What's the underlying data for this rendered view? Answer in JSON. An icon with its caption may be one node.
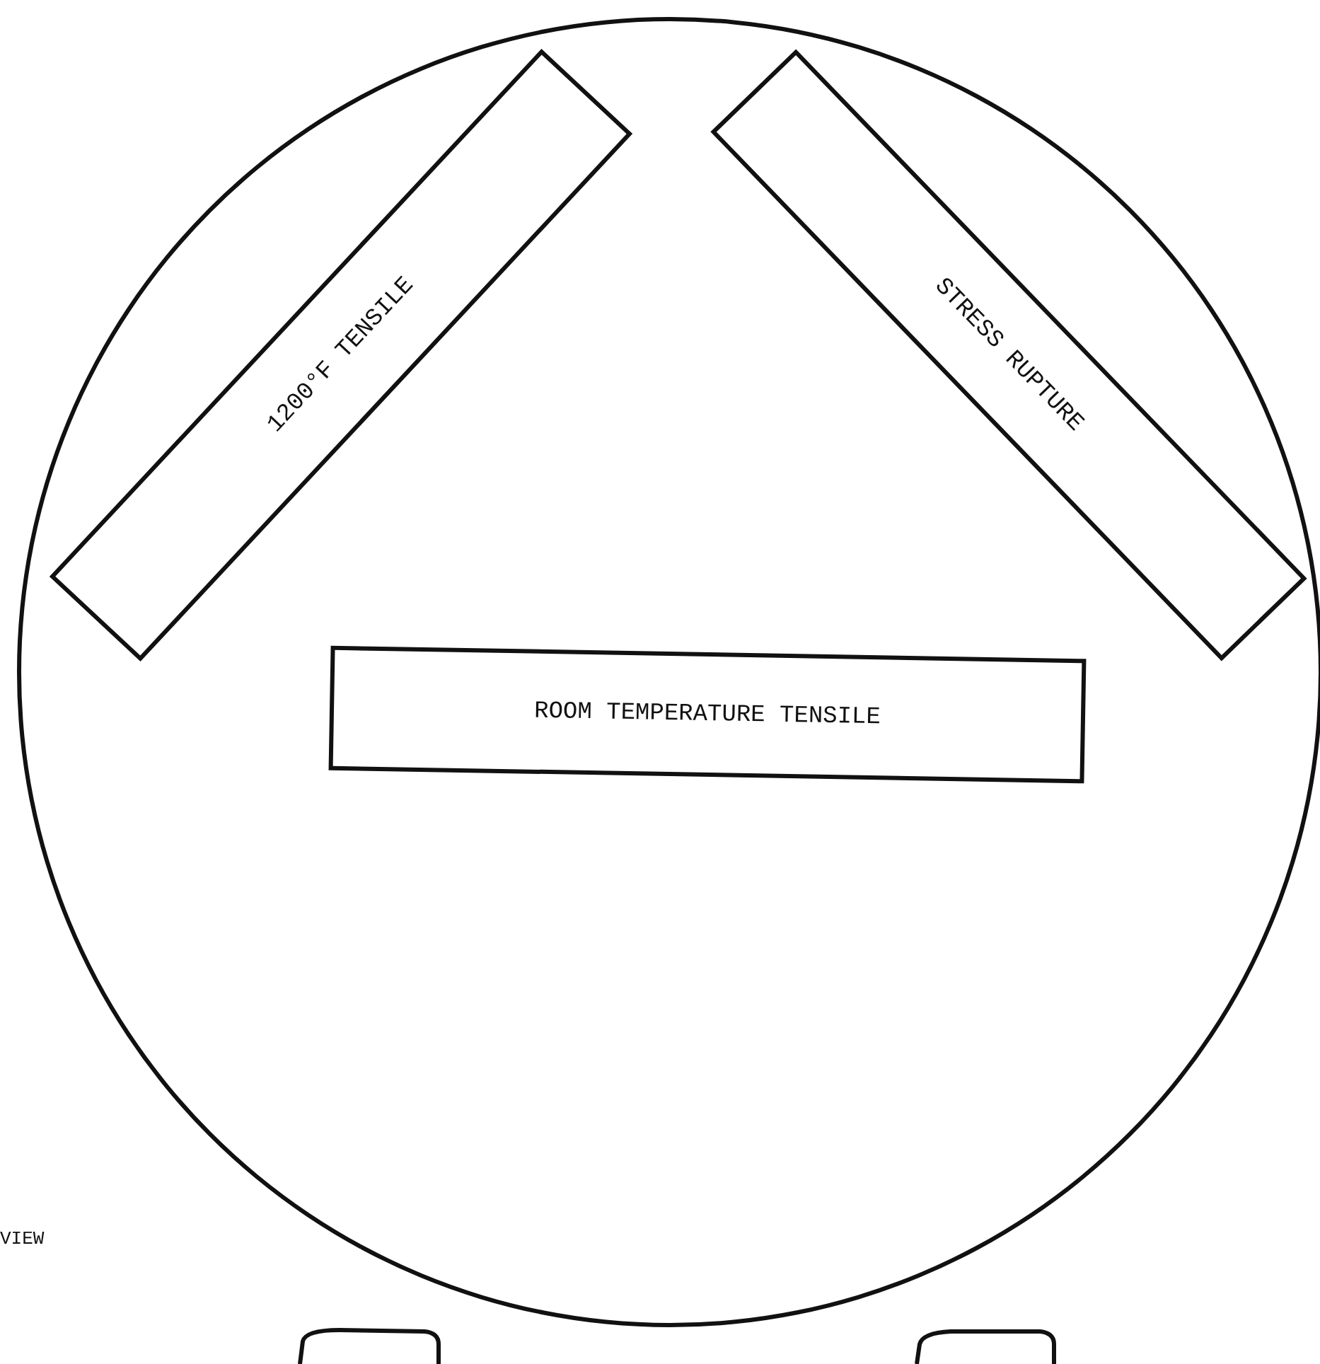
{
  "diagram": {
    "nodes": [
      {
        "text": [],
        "shape": "circle"
      },
      {
        "text": [
          "1200°F TENSILE"
        ],
        "in": 0
      },
      {
        "text": [
          "STRESS RUPTURE"
        ],
        "in": 0
      },
      {
        "text": [
          "ROOM TEMPERATURE TENSILE"
        ],
        "in": 0
      }
    ],
    "edges": [],
    "labels": [
      "VIEW"
    ]
  }
}
